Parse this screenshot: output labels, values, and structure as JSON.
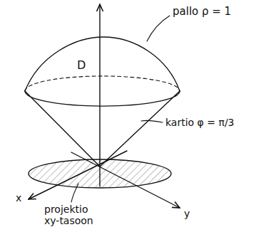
{
  "diagram": {
    "labels": [
      "pallo ρ = 1",
      "D",
      "kartio φ = π/3",
      "x",
      "y",
      "projektio xy-tasoon"
    ]
  }
}
